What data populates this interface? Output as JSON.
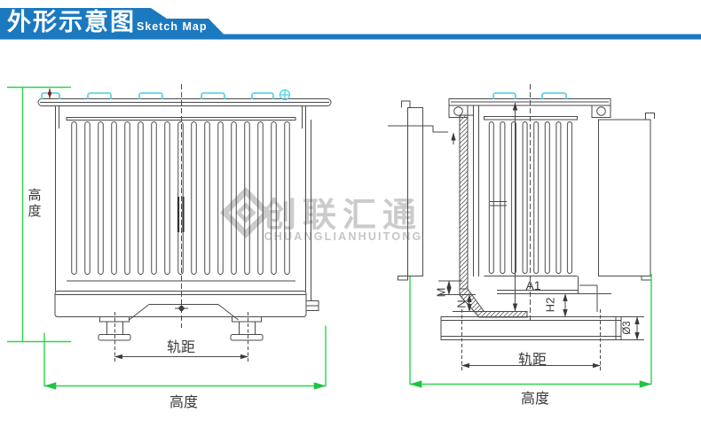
{
  "header": {
    "title_cn": "外形示意图",
    "title_en": "Sketch Map"
  },
  "watermark": {
    "logo_icon": "nested-diamond",
    "brand_cn": "创联汇通",
    "brand_en": "CHUANGLIANHUITONG"
  },
  "front_view": {
    "dim_height_left": "高度",
    "dim_gauge": "轨距",
    "dim_width_bottom": "高度"
  },
  "side_view": {
    "dim_m": "M",
    "dim_n": "N",
    "dim_a1": "A1",
    "dim_h2": "H2",
    "dim_rail": "Ø3",
    "dim_gauge": "轨距",
    "dim_width_bottom": "高度"
  },
  "colors": {
    "banner_blue": "#1b79c0",
    "dimension_green": "#2ad64a",
    "bushing_cyan": "#45cfe0",
    "line_gray": "#4a4a4a",
    "watermark_gray": "#cbcbcb",
    "accent_red": "#7a2525"
  }
}
